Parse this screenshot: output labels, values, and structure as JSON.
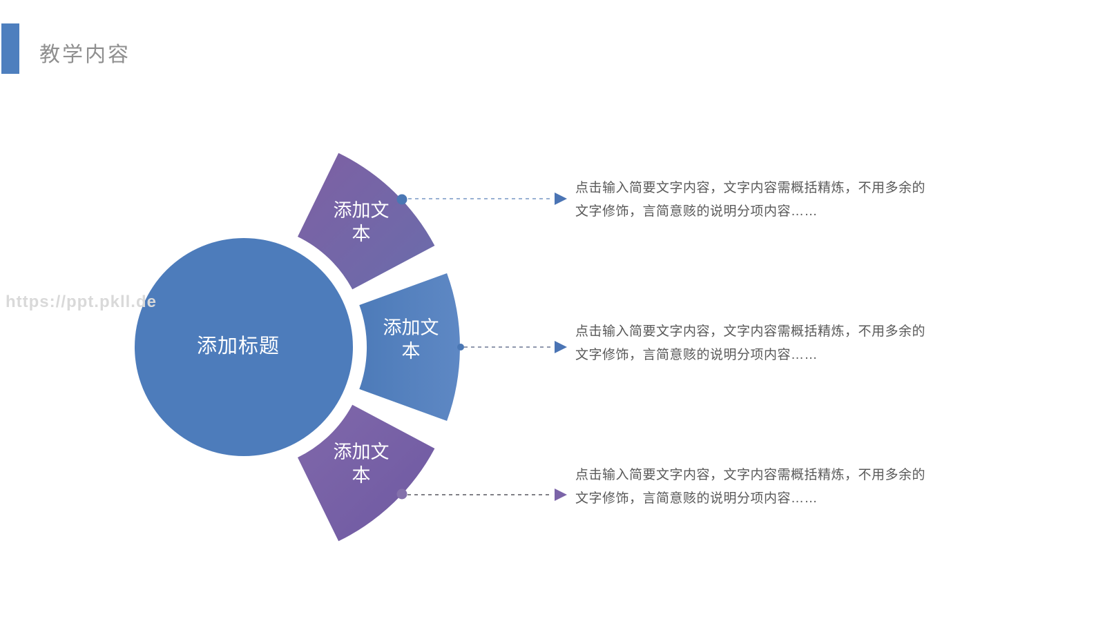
{
  "header": {
    "title": "教学内容",
    "accent_color": "#4e7fbe",
    "title_color": "#8f8f8f"
  },
  "watermark": {
    "text": "https://ppt.pkll.de"
  },
  "diagram": {
    "center": {
      "label": "添加标题",
      "fill": "#4d7cbb"
    },
    "text_color": "#595959",
    "segments": [
      {
        "id": "top",
        "label": "添加文本",
        "label_lines": [
          "添加文",
          "本"
        ],
        "fill_start": "#7e60a3",
        "fill_end": "#6a6cab",
        "dot_color": "#4a77b4",
        "connector_color": "#7795c4",
        "arrow_color": "#4a74b4",
        "description": "点击输入简要文字内容，文字内容需概括精炼，不用多余的文字修饰，言简意赅的说明分项内容……",
        "description_lines": [
          "点击输入简要文字内容，文字内容需概括精炼，不用多余的",
          "文字修饰，言简意赅的说明分项内容……"
        ]
      },
      {
        "id": "middle",
        "label": "添加文本",
        "label_lines": [
          "添加文",
          "本"
        ],
        "fill_start": "#4d7bb9",
        "fill_end": "#5e88c4",
        "dot_color": "#4a77b4",
        "connector_color": "#6a7590",
        "arrow_color": "#4a74b4",
        "description": "点击输入简要文字内容，文字内容需概括精炼，不用多余的文字修饰，言简意赅的说明分项内容……",
        "description_lines": [
          "点击输入简要文字内容，文字内容需概括精炼，不用多余的",
          "文字修饰，言简意赅的说明分项内容……"
        ]
      },
      {
        "id": "bottom",
        "label": "添加文本",
        "label_lines": [
          "添加文",
          "本"
        ],
        "fill_start": "#8068aa",
        "fill_end": "#6e59a2",
        "dot_color": "#8471ab",
        "connector_color": "#55555d",
        "arrow_color": "#7b64a8",
        "description": "点击输入简要文字内容，文字内容需概括精炼，不用多余的文字修饰，言简意赅的说明分项内容……",
        "description_lines": [
          "点击输入简要文字内容，文字内容需概括精炼，不用多余的",
          "文字修饰，言简意赅的说明分项内容……"
        ]
      }
    ]
  }
}
